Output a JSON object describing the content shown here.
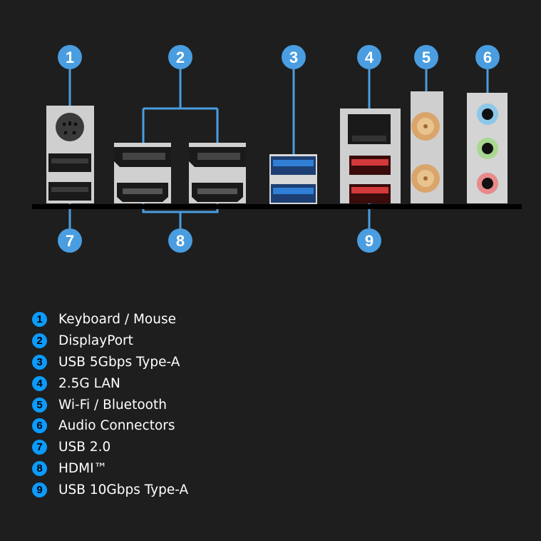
{
  "colors": {
    "callout": "#4a9de0",
    "legend_badge": "#0a9bff",
    "background": "#1e1e1e",
    "usb3": "#2f7fd6",
    "usb10": "#d43a3a"
  },
  "callouts": [
    "1",
    "2",
    "3",
    "4",
    "5",
    "6",
    "7",
    "8",
    "9"
  ],
  "legend": [
    {
      "num": "1",
      "label": "Keyboard / Mouse"
    },
    {
      "num": "2",
      "label": "DisplayPort"
    },
    {
      "num": "3",
      "label": "USB 5Gbps Type-A"
    },
    {
      "num": "4",
      "label": "2.5G LAN"
    },
    {
      "num": "5",
      "label": "Wi-Fi / Bluetooth"
    },
    {
      "num": "6",
      "label": "Audio Connectors"
    },
    {
      "num": "7",
      "label": "USB 2.0"
    },
    {
      "num": "8",
      "label": "HDMI™"
    },
    {
      "num": "9",
      "label": "USB 10Gbps Type-A"
    }
  ]
}
